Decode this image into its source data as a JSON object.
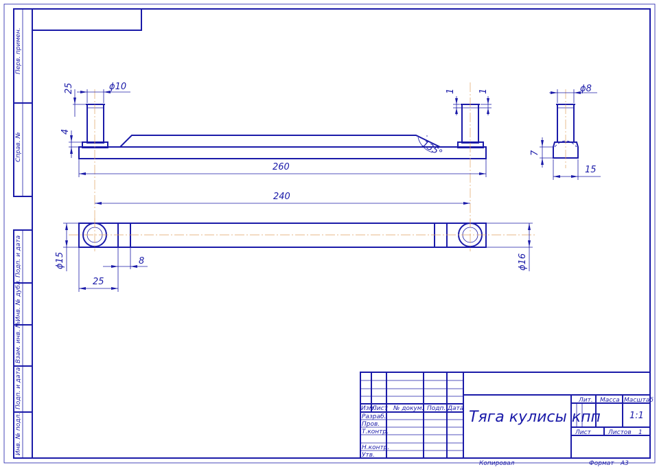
{
  "side_labels": {
    "perv_primen": "Перв. примен.",
    "sprav_no": "Справ. №",
    "podp_data_1": "Подп. и дата",
    "inv_dubl": "Инв. № дубл.",
    "vzam_inv": "Взам. инв. №",
    "podp_data_2": "Подп. и дата",
    "inv_podl": "Инв. № подл."
  },
  "dimensions": {
    "overall_length": "260",
    "center_distance": "240",
    "pin_height": "25",
    "pin_diameter": "ϕ10",
    "base_height": "4",
    "chamfer_1": "1",
    "chamfer_2": "1",
    "angle": "135°",
    "end_pin_diameter": "ϕ8",
    "end_height": "7",
    "end_width": "15",
    "hole_diameter_left": "ϕ15",
    "hole_diameter_right": "ϕ16",
    "boss_width": "8",
    "boss_length": "25"
  },
  "title_block": {
    "title": "Тяга кулисы кпп",
    "headers": {
      "izm": "Изм.",
      "list": "Лист",
      "doc_no": "№ докум.",
      "podp": "Подп.",
      "data": "Дата"
    },
    "roles": [
      "Разраб.",
      "Пров.",
      "Т.контр.",
      "Н.контр.",
      "Утв."
    ],
    "lit": "Лит.",
    "massa": "Масса",
    "masshtab": "Масштаб",
    "scale_value": "1:1",
    "sheet": "Лист",
    "sheets": "Листов",
    "sheets_count": "1",
    "copied": "Копировал",
    "format": "Формат",
    "format_value": "А3"
  }
}
